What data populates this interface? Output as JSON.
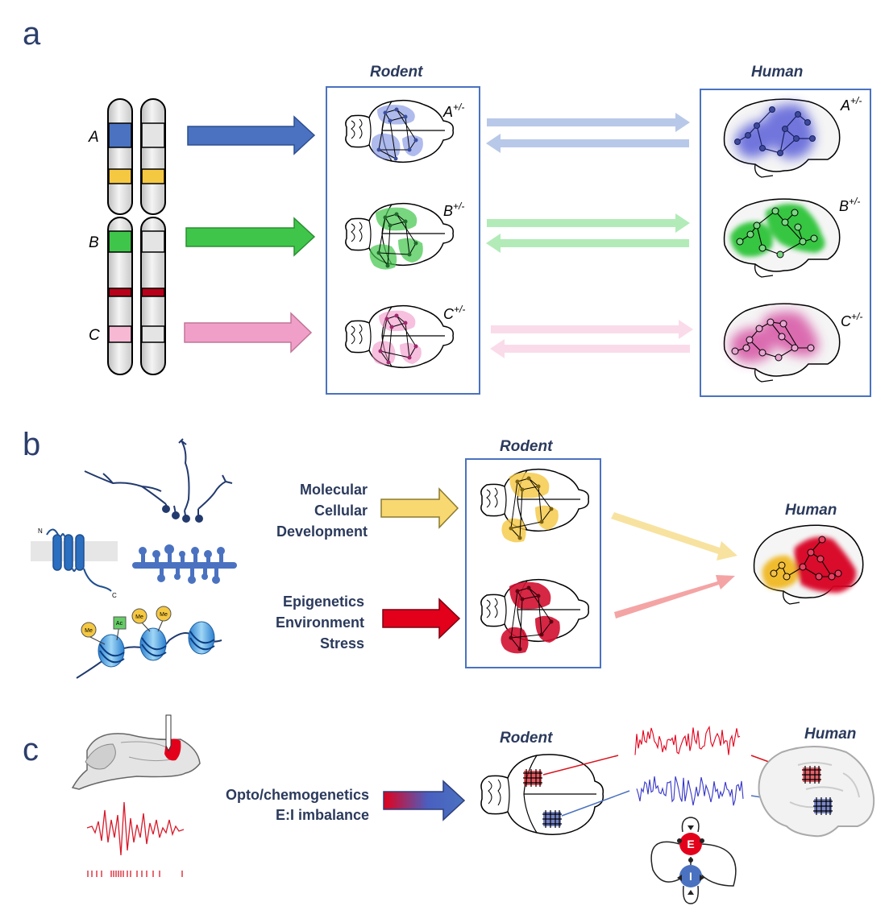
{
  "panels": {
    "a": {
      "letter": "a",
      "rodent_title": "Rodent",
      "human_title": "Human",
      "gene_labels": [
        "A",
        "B",
        "C"
      ],
      "rodent_genotypes": [
        {
          "base": "A",
          "sup": "+/-"
        },
        {
          "base": "B",
          "sup": "+/-"
        },
        {
          "base": "C",
          "sup": "+/-"
        }
      ],
      "human_genotypes": [
        {
          "base": "A",
          "sup": "+/-"
        },
        {
          "base": "B",
          "sup": "+/-"
        },
        {
          "base": "C",
          "sup": "+/-"
        }
      ]
    },
    "b": {
      "letter": "b",
      "rodent_title": "Rodent",
      "human_title": "Human",
      "factors_top": [
        "Molecular",
        "Cellular",
        "Development"
      ],
      "factors_bottom": [
        "Epigenetics",
        "Environment",
        "Stress"
      ],
      "membrane_n": "N",
      "membrane_c": "C",
      "histone_marks": [
        "Me",
        "Ac",
        "Me",
        "Me"
      ]
    },
    "c": {
      "letter": "c",
      "rodent_title": "Rodent",
      "human_title": "Human",
      "method_lines": [
        "Opto/chemogenetics",
        "E:I imbalance"
      ],
      "node_e": "E",
      "node_i": "I"
    }
  },
  "colors": {
    "blue": "#4a72c0",
    "green": "#3fc64a",
    "pink": "#f0a0c8",
    "yellow": "#f5c842",
    "red": "#e3001b",
    "dark_red": "#b8001a",
    "frame": "#4a72c0",
    "navy": "#2b3a5c"
  }
}
